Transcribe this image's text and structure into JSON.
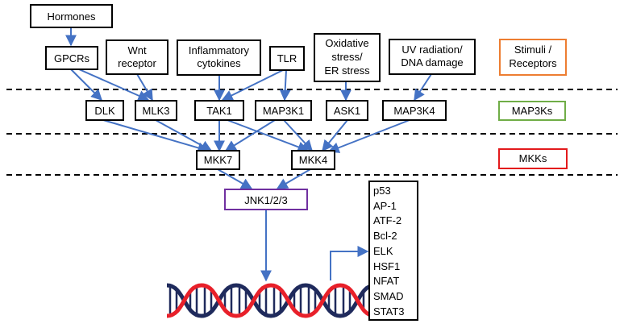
{
  "stimuli": {
    "hormones": [
      "Hormones"
    ],
    "gpcrs": [
      "GPCRs"
    ],
    "wnt": [
      "Wnt",
      "receptor"
    ],
    "inflammatory": [
      "Inflammatory",
      "cytokines"
    ],
    "tlr": [
      "TLR"
    ],
    "oxidative": [
      "Oxidative",
      "stress/",
      "ER stress"
    ],
    "uv": [
      "UV radiation/",
      "DNA damage"
    ]
  },
  "map3ks": {
    "dlk": [
      "DLK"
    ],
    "mlk3": [
      "MLK3"
    ],
    "tak1": [
      "TAK1"
    ],
    "map3k1": [
      "MAP3K1"
    ],
    "ask1": [
      "ASK1"
    ],
    "map3k4": [
      "MAP3K4"
    ]
  },
  "mkks": {
    "mkk7": [
      "MKK7"
    ],
    "mkk4": [
      "MKK4"
    ]
  },
  "jnk": [
    "JNK1/2/3"
  ],
  "targets": [
    "p53",
    "AP-1",
    "ATF-2",
    "Bcl-2",
    "ELK",
    "HSF1",
    "NFAT",
    "SMAD",
    "STAT3"
  ],
  "legend": {
    "stimuli_receptors": [
      "Stimuli /",
      "Receptors"
    ],
    "map3ks": [
      "MAP3Ks"
    ],
    "mkks": [
      "MKKs"
    ]
  },
  "colors": {
    "arrow": "#4472c4",
    "stimuli_legend": "#ed7d31",
    "map3k_legend": "#70ad47",
    "mkk_legend": "#e31a1c",
    "jnk_border": "#7030a0",
    "dna_red": "#e8202a",
    "dna_navy": "#1f2a5c"
  }
}
